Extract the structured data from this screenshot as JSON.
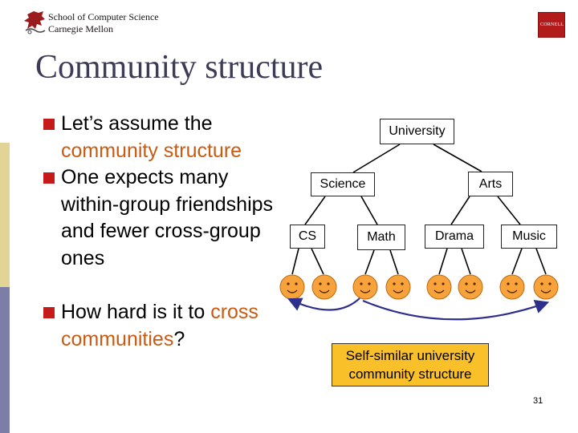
{
  "header": {
    "school_line1": "School of Computer Science",
    "school_line2": "Carnegie Mellon",
    "cornell_logo_text": "CORNELL"
  },
  "title": "Community structure",
  "bullets": [
    {
      "pre": "Let’s assume the ",
      "highlight": "community structure",
      "post": ""
    },
    {
      "pre": "One expects many within-group friendships and fewer cross-group ones",
      "highlight": "",
      "post": ""
    },
    {
      "pre": "How hard is it to ",
      "highlight": "cross communities",
      "post": "?"
    }
  ],
  "tree": {
    "root": "University",
    "level1": [
      "Science",
      "Arts"
    ],
    "level2": [
      "CS",
      "Math",
      "Drama",
      "Music"
    ]
  },
  "caption": "Self-similar university community structure",
  "page_number": "31",
  "colors": {
    "title": "#3c3c56",
    "bullet_square": "#c61a1a",
    "highlight": "#c85a12",
    "face_fill": "#f8a23c",
    "caption_fill": "#f9c02a",
    "arrow": "#2e2f8c"
  }
}
